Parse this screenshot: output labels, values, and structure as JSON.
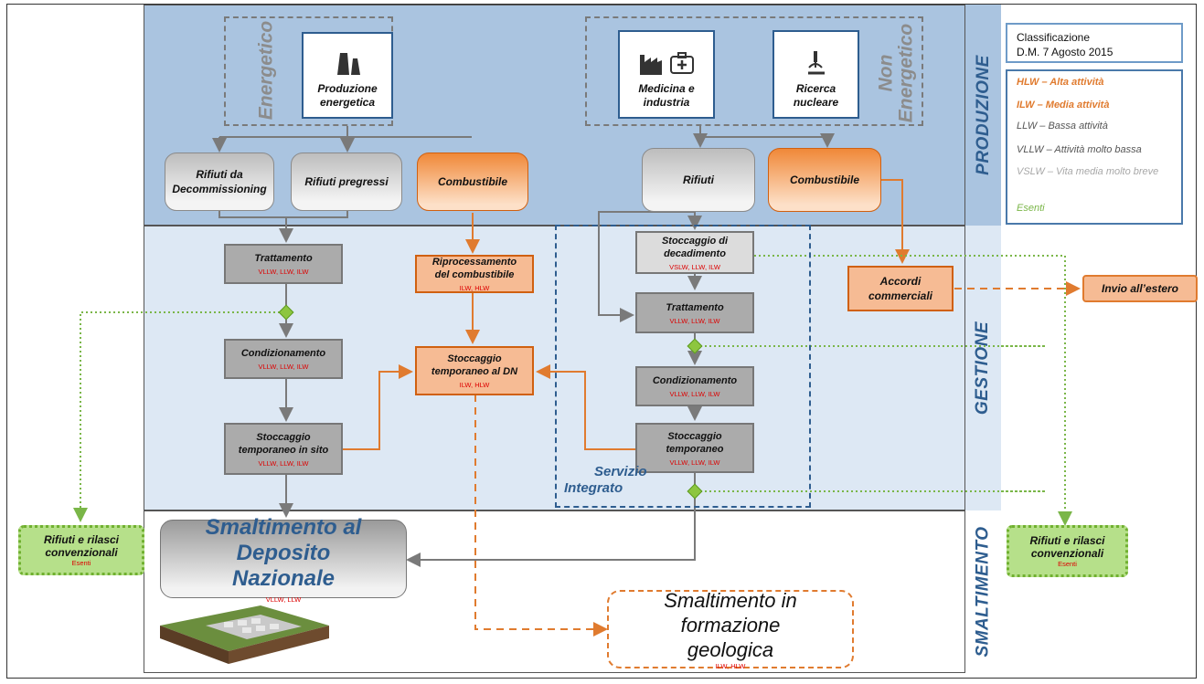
{
  "bands": {
    "production": "PRODUZIONE",
    "management": "GESTIONE",
    "disposal": "SMALTIMENTO"
  },
  "groups": {
    "energy": "Energetico",
    "non_energy": [
      "Non",
      "Energetico"
    ]
  },
  "nodes": {
    "energy_production": "Produzione energetica",
    "medicine_industry": "Medicina e industria",
    "nuclear_research": "Ricerca nucleare",
    "decommissioning_waste": "Rifiuti da Decommissioning",
    "legacy_waste": "Rifiuti pregressi",
    "fuel_left": "Combustibile",
    "waste_right": "Rifiuti",
    "fuel_right": "Combustibile",
    "treatment_left": {
      "title": "Trattamento",
      "classes": "VLLW, LLW, ILW"
    },
    "conditioning_left": {
      "title": "Condizionamento",
      "classes": "VLLW, LLW, ILW"
    },
    "storage_site": {
      "title": "Stoccaggio temporaneo in sito",
      "classes": "VLLW, LLW, ILW"
    },
    "reprocessing": {
      "title": "Riprocessamento del combustibile",
      "classes": "ILW, HLW"
    },
    "storage_dn": {
      "title": "Stoccaggio temporaneo al DN",
      "classes": "ILW, HLW"
    },
    "decay_storage": {
      "title": "Stoccaggio di decadimento",
      "classes": "VSLW, LLW, ILW"
    },
    "treatment_right": {
      "title": "Trattamento",
      "classes": "VLLW, LLW, ILW"
    },
    "conditioning_right": {
      "title": "Condizionamento",
      "classes": "VLLW, LLW, ILW"
    },
    "storage_temp": {
      "title": "Stoccaggio temporaneo",
      "classes": "VLLW, LLW, ILW"
    },
    "commercial_agreements": "Accordi commerciali",
    "send_abroad": "Invio all’estero",
    "integrated_service": [
      "Servizio",
      "Integrato"
    ],
    "conventional_left": {
      "title": "Rifiuti e rilasci convenzionali",
      "note": "Esenti"
    },
    "conventional_right": {
      "title": "Rifiuti e rilasci convenzionali",
      "note": "Esenti"
    },
    "national_repository": {
      "title": "Smaltimento al Deposito Nazionale",
      "classes": "VLLW, LLW"
    },
    "geological": {
      "title": "Smaltimento in formazione geologica",
      "classes": "ILW, HLW"
    }
  },
  "legend": {
    "title": "Classificazione\nD.M. 7 Agosto 2015",
    "items": [
      {
        "text": "HLW – Alta  attività",
        "color": "#e07b2f"
      },
      {
        "text": "ILW – Media attività",
        "color": "#e07b2f"
      },
      {
        "text": "LLW – Bassa attività",
        "color": "#555555"
      },
      {
        "text": "VLLW – Attività molto bassa",
        "color": "#555555"
      },
      {
        "text": "VSLW – Vita media molto breve",
        "color": "#a8a8a8"
      },
      {
        "text": "Esenti",
        "color": "#7ab648"
      }
    ]
  },
  "colors": {
    "band_blue": "#aac4e0",
    "band_light": "#dde8f4",
    "accent_orange": "#e07b2f",
    "accent_green": "#8dc63f",
    "title_blue": "#2e5d8f"
  }
}
